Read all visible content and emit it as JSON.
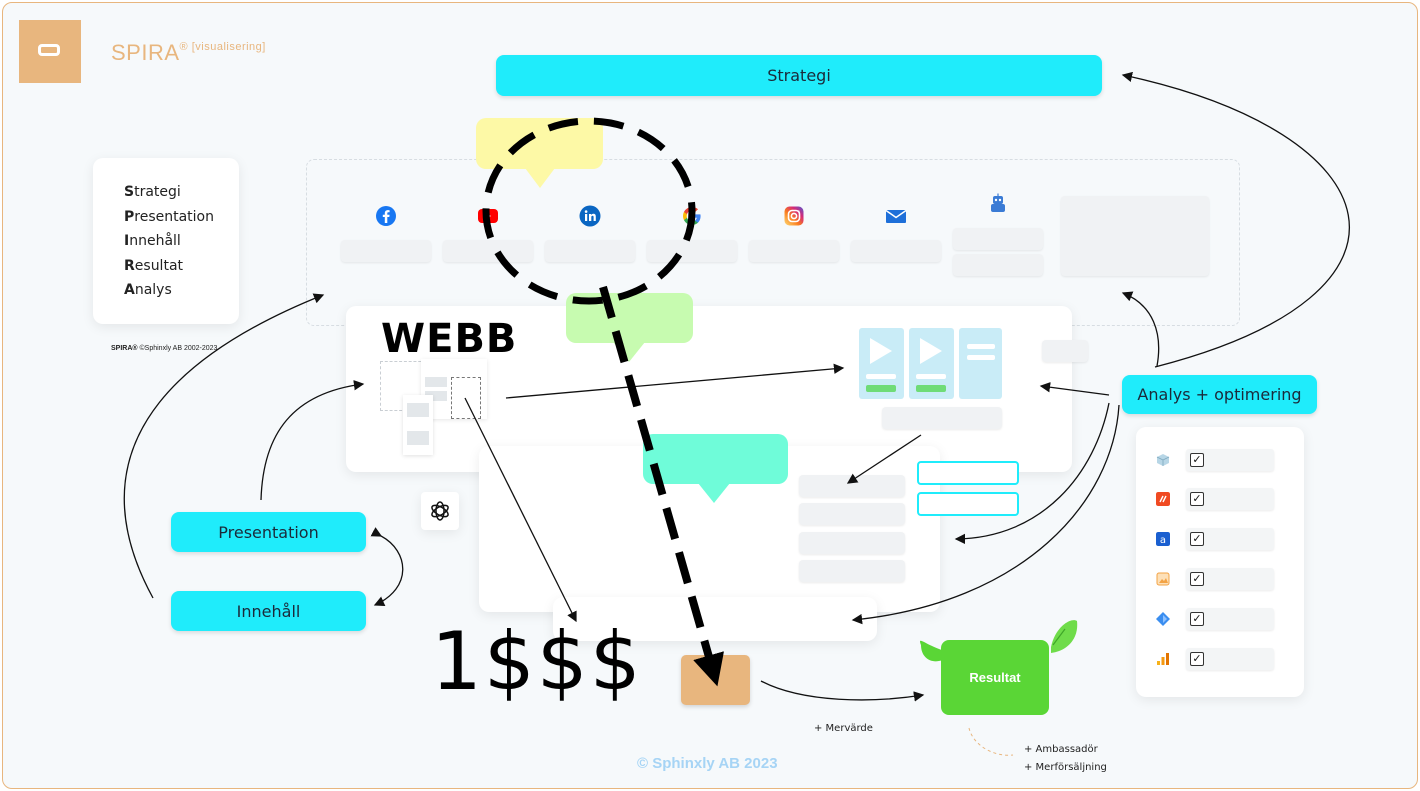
{
  "brand": {
    "name": "SPIRA",
    "reg": "®",
    "suffix": "[visualisering]"
  },
  "menu": {
    "items": [
      {
        "initial": "S",
        "rest": "trategi"
      },
      {
        "initial": "P",
        "rest": "resentation"
      },
      {
        "initial": "I",
        "rest": "nnehåll"
      },
      {
        "initial": "R",
        "rest": "esultat"
      },
      {
        "initial": "A",
        "rest": "nalys"
      }
    ],
    "copyright_bold": "SPIRA®",
    "copyright_rest": " ©Sphinxly AB 2002-2023"
  },
  "pills": {
    "strategi": "Strategi",
    "analys": "Analys + optimering",
    "presentation": "Presentation",
    "innehall": "Innehåll"
  },
  "social_icons": [
    "facebook-icon",
    "youtube-icon",
    "linkedin-icon",
    "google-icon",
    "instagram-icon",
    "mail-icon",
    "robot-icon"
  ],
  "webb": "WEBB",
  "money": "1$$$",
  "resultat": "Resultat",
  "annotations": {
    "mervarde": "+ Mervärde",
    "ambassador": "+ Ambassadör",
    "merforsaljning": "+ Merförsäljning"
  },
  "footer": "© Sphinxly AB 2023",
  "tools": [
    {
      "icon": "cube-icon",
      "color": "#9fc3d6"
    },
    {
      "icon": "hotjar-icon",
      "color": "#f04a22"
    },
    {
      "icon": "a-icon",
      "color": "#1a5fd0"
    },
    {
      "icon": "image-icon",
      "color": "#f3a345"
    },
    {
      "icon": "diamond-icon",
      "color": "#3b8ef0"
    },
    {
      "icon": "analytics-icon",
      "color": "#f59a12"
    }
  ],
  "colors": {
    "cyan": "#1fecfb",
    "accent": "#e8b67e",
    "green_result": "#5ad636",
    "bubble_yellow": "#fdf9a6",
    "bubble_green": "#c7fbb0",
    "bubble_mint": "#6ffcd9"
  }
}
